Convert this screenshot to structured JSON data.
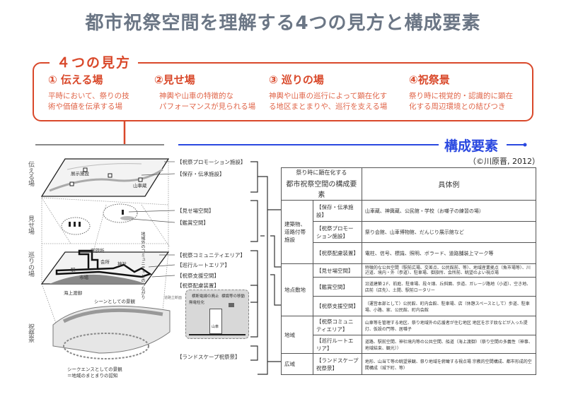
{
  "title": "都市祝祭空間を理解する4つの見方と構成要素",
  "views_label": "４つの見方",
  "views": [
    {
      "title": "① 伝える場",
      "desc": [
        "平時において、祭りの技",
        "術や価値を伝承する場"
      ]
    },
    {
      "title": "②見せ場",
      "desc": [
        "神輿や山車の特徴的な",
        "パフォーマンスが見られる場"
      ]
    },
    {
      "title": "③ 巡りの場",
      "desc": [
        "神輿や山車の巡行によって顕在化す",
        "る地区まとまりや、巡行を支える場"
      ]
    },
    {
      "title": "④祝祭景",
      "desc": [
        "祭り時に視覚的・認識的に顕在",
        "化する周辺環境との結びつき"
      ]
    }
  ],
  "elements_label": "構成要素",
  "credit": "（©川原晋, 2012）",
  "illustration": {
    "layers": [
      "伝える場",
      "見せ場",
      "巡りの場",
      "祝祭景"
    ],
    "labels": {
      "exhibit": "展示施設",
      "dashi_storage": "山車蔵",
      "otabisho": "御旅所",
      "kaisho": "会所",
      "shrine": "神社",
      "station": "駅",
      "market": "市場",
      "sea": "海上渡御",
      "community_outside": "地域外のコミュニティとのつながり",
      "scene": "シーンとしての景観",
      "sequence1": "シークエンスとしての景観",
      "sequence2": "＝地域のまとまりの認知"
    },
    "inset": {
      "section": "道路立断面",
      "wire": "横断電線の廃止",
      "pole": "無電柱化",
      "sign": "標識等の移動",
      "dashi": "山車"
    }
  },
  "left_labels": [
    "【祝祭プロモーション施設】",
    "【保存・伝承施設】",
    "【見せ場空間】",
    "【鑑賞空間】",
    "【祝祭コミュニティエリア】",
    "【巡行ルートエリア】",
    "【祝祭支援空間】",
    "【祝祭配慮装置】",
    "【ランドスケープ祝祭景】"
  ],
  "table": {
    "header_left_1": "祭り時に顕在化する",
    "header_left_2": "都市祝祭空間の構成要素",
    "header_right": "具体例",
    "groups": [
      "建築物、道路付帯施設",
      "地点敷地",
      "地域",
      "広域"
    ],
    "rows": [
      {
        "item": "【保存・伝承施設】",
        "example": "山車蔵、神輿蔵、公民館・学校（お囃子の練習の場）"
      },
      {
        "item": "【祝祭プロモーション施設】",
        "example": "祭り会館、山車博物館、だんじり展示館など"
      },
      {
        "item": "【祝祭配慮装置】",
        "example": "電柱、信号、標識、照明、ボラード、道路舗装上マーク等"
      },
      {
        "item": "【見せ場空間】",
        "example": "特徴的な公共空間（駅前広場、交差点、公民館前、等）、地域産業拠点（魚市場等）、川辺道、境内・外（参道）、駐車場、御旅所、会所前、眺望のよい視点場"
      },
      {
        "item": "【鑑賞空間】",
        "example": "沿道建築２F、前庭、駐車場、段々畑、丘斜面、歩道、ガレージ路地（小道）、空き地、店前（店先）、土間、駅前ロータリー"
      },
      {
        "item": "【祝祭支援空間】",
        "example": "（運営本部として）公民館、町内会館、駐車場、店（休憩スペースとして）歩道、駐車場、小路、家、公民館、町内会館"
      },
      {
        "item": "【祝祭コミュニティエリア】",
        "example": "山車等を管理する地区、祭り地域外の応援者が住む地区 地区を示す紋などが入った提灯、仮設の門等、居囃子"
      },
      {
        "item": "【巡行ルートエリア】",
        "example": "道路、駅前空間、神社境内等の公共空間、船道（海上渡御）（祭り空間の多義性（神事、地域結束、観光））"
      },
      {
        "item": "【ランドスケープ祝祭景】",
        "example": "地形、山当て等の眺望景観、祭り地域を俯瞰する視点場 宗教的空間構成、都市形成的空間構成（城下町、等）"
      }
    ]
  },
  "colors": {
    "red": "#d9482a",
    "blue": "#2a48e0",
    "title": "#6b7685"
  }
}
